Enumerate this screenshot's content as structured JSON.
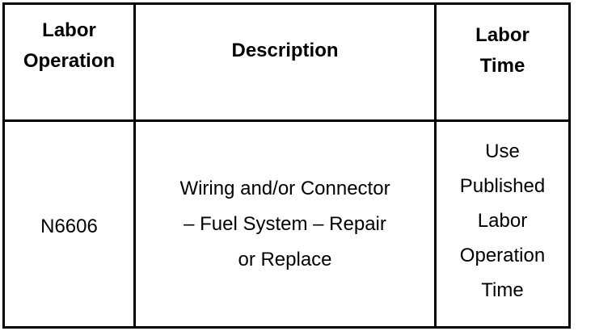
{
  "table": {
    "headers": {
      "labor_operation": [
        "Labor",
        "Operation"
      ],
      "description": "Description",
      "labor_time": [
        "Labor",
        "Time"
      ]
    },
    "rows": [
      {
        "labor_operation": "N6606",
        "description": [
          "Wiring and/or Connector",
          "– Fuel System – Repair",
          "or Replace"
        ],
        "labor_time": [
          "Use",
          "Published",
          "Labor",
          "Operation",
          "Time"
        ]
      }
    ]
  }
}
